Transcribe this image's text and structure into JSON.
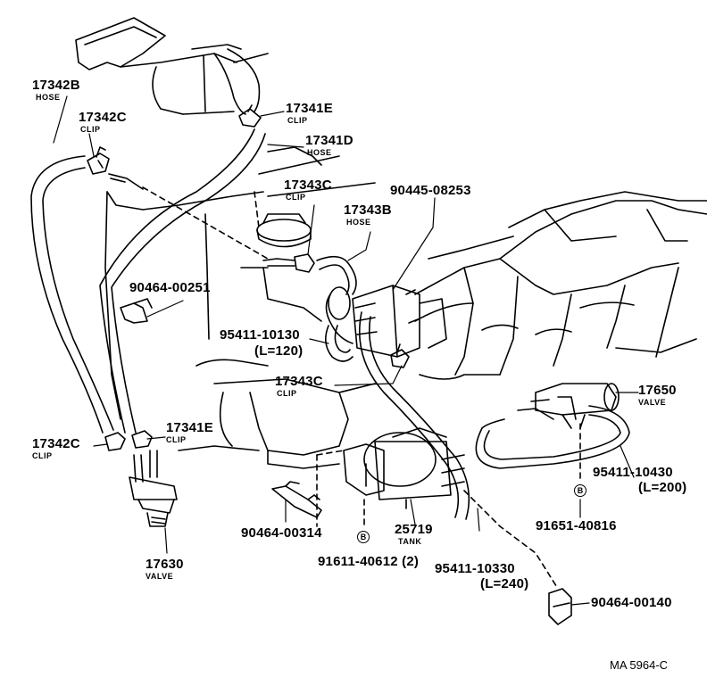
{
  "parts": {
    "p17342B": {
      "num": "17342B",
      "name": "HOSE"
    },
    "p17342C_top": {
      "num": "17342C",
      "name": "CLIP"
    },
    "p17341E_top": {
      "num": "17341E",
      "name": "CLIP"
    },
    "p17341D": {
      "num": "17341D",
      "name": "HOSE"
    },
    "p17343C_top": {
      "num": "17343C",
      "name": "CLIP"
    },
    "p90445": {
      "num": "90445-08253"
    },
    "p17343B": {
      "num": "17343B",
      "name": "HOSE"
    },
    "p90464_251": {
      "num": "90464-00251"
    },
    "p95411_130": {
      "num": "95411-10130",
      "len": "(L=120)"
    },
    "p17343C_mid": {
      "num": "17343C",
      "name": "CLIP"
    },
    "p17650": {
      "num": "17650",
      "name": "VALVE"
    },
    "p17342C_bot": {
      "num": "17342C",
      "name": "CLIP"
    },
    "p17341E_bot": {
      "num": "17341E",
      "name": "CLIP"
    },
    "p95411_430": {
      "num": "95411-10430",
      "len": "(L=200)"
    },
    "p91651": {
      "num": "91651-40816"
    },
    "p90464_314": {
      "num": "90464-00314"
    },
    "p25719": {
      "num": "25719",
      "name": "TANK"
    },
    "p91611": {
      "num": "91611-40612 (2)"
    },
    "p95411_330": {
      "num": "95411-10330",
      "len": "(L=240)"
    },
    "p17630": {
      "num": "17630",
      "name": "VALVE"
    },
    "p90464_140": {
      "num": "90464-00140"
    }
  },
  "marker": "B",
  "figure_code": "MA 5964-C"
}
